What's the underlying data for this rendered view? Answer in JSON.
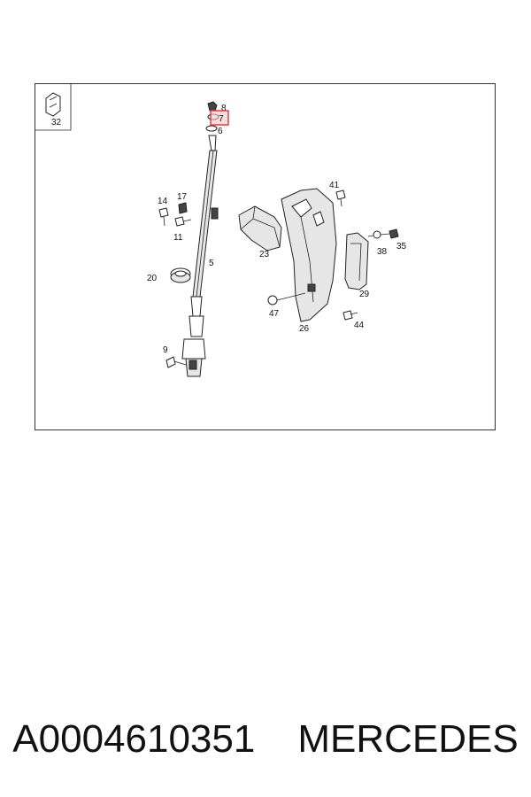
{
  "diagram": {
    "callouts": {
      "c32": "32",
      "c8": "8",
      "c7": "7",
      "c6": "6",
      "c14": "14",
      "c17": "17",
      "c11": "11",
      "c5": "5",
      "c20": "20",
      "c9": "9",
      "c23": "23",
      "c41": "41",
      "c38": "38",
      "c35": "35",
      "c29": "29",
      "c47": "47",
      "c26": "26",
      "c44": "44"
    },
    "highlighted_callout": "7",
    "highlight_color": "#e04040"
  },
  "caption": {
    "part_number": "A0004610351",
    "brand": "MERCEDES"
  }
}
